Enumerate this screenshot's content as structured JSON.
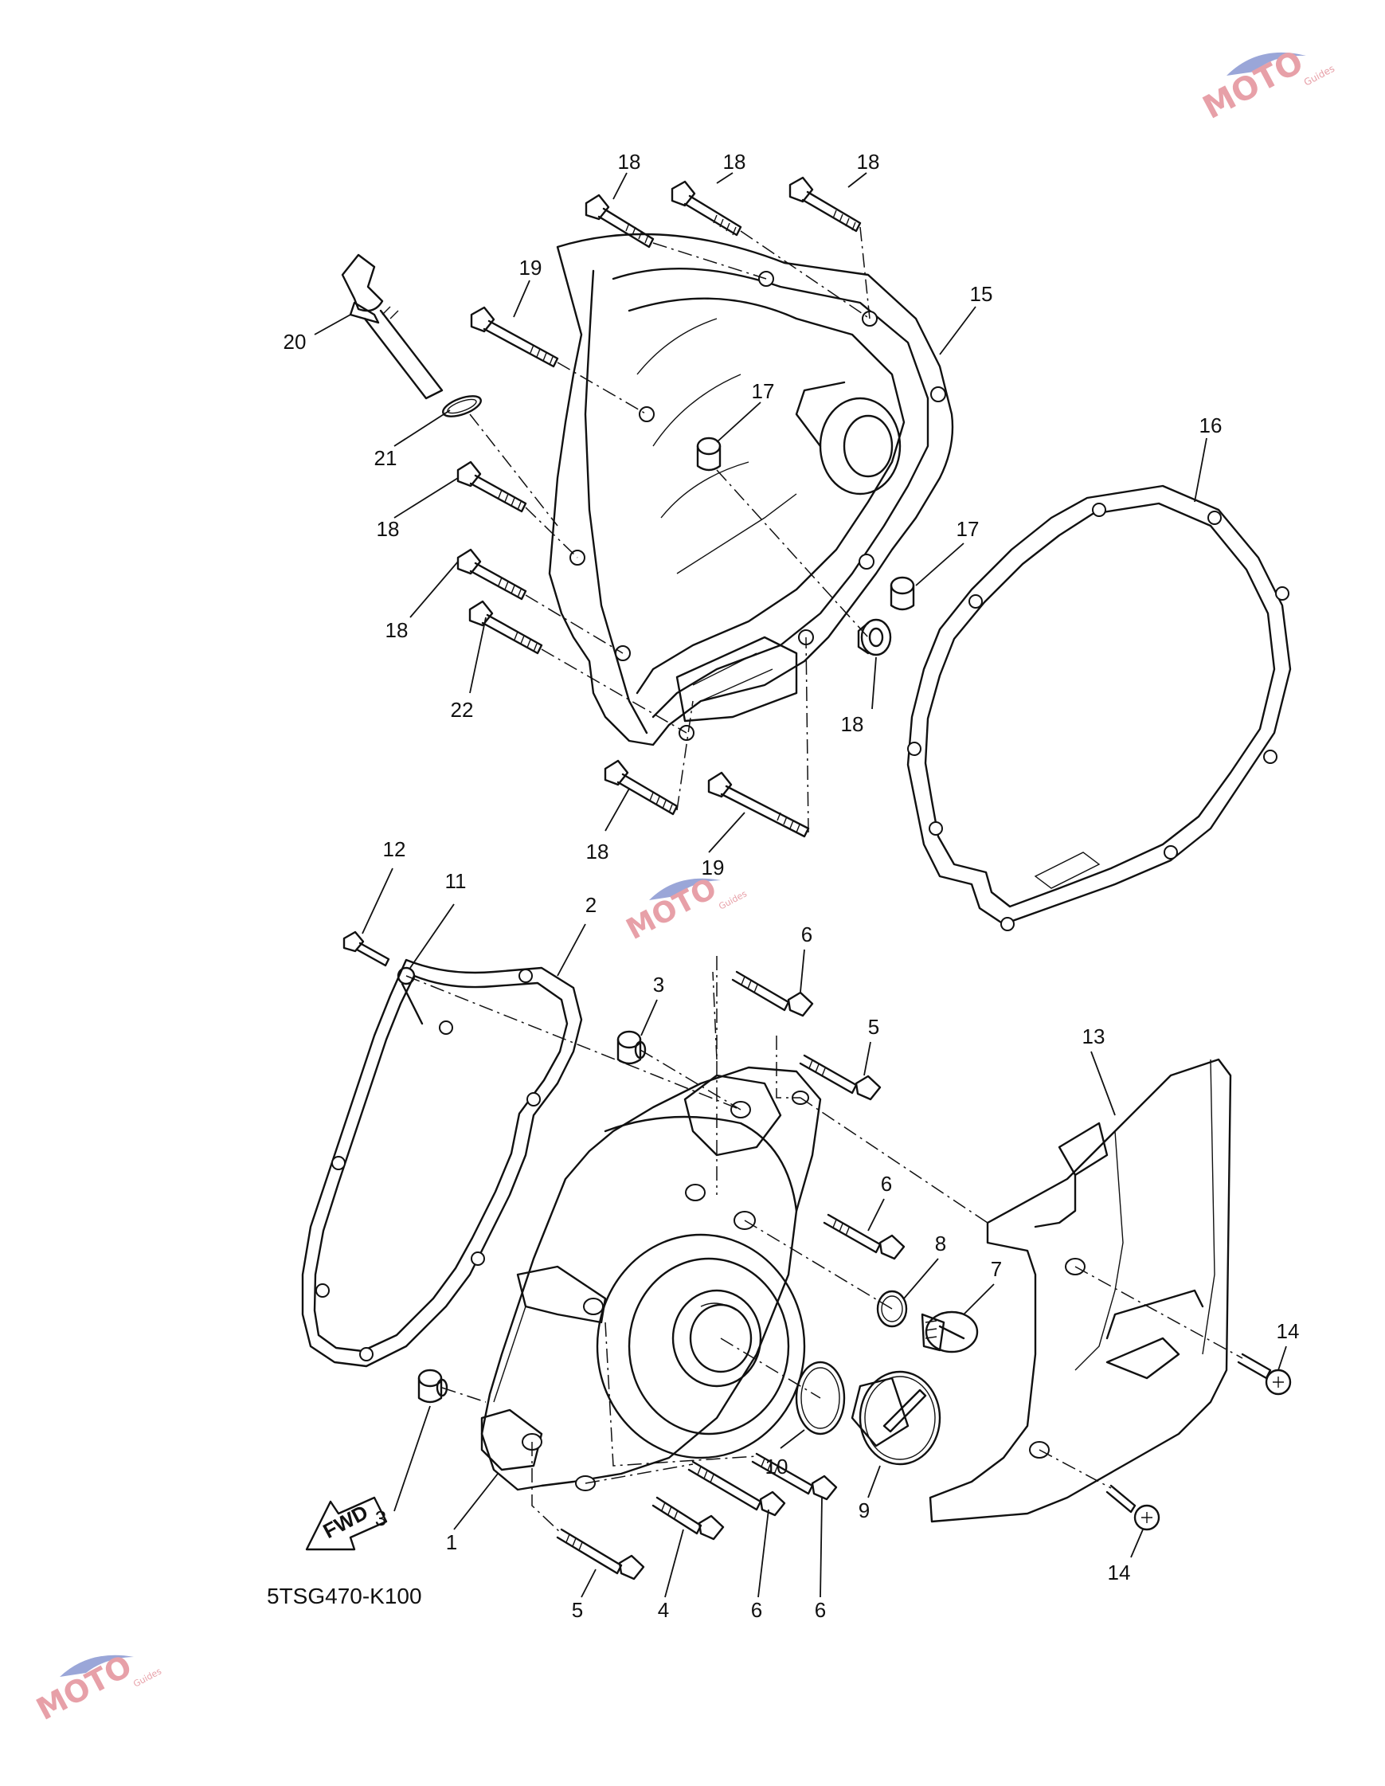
{
  "diagram_code": "5TSG470-K100",
  "fwd_label": "FWD",
  "watermark": "MOTO",
  "watermark_sub": "Guides",
  "callouts": [
    {
      "id": "c18a",
      "text": "18"
    },
    {
      "id": "c18b",
      "text": "18"
    },
    {
      "id": "c18c",
      "text": "18"
    },
    {
      "id": "c19a",
      "text": "19"
    },
    {
      "id": "c20",
      "text": "20"
    },
    {
      "id": "c15",
      "text": "15"
    },
    {
      "id": "c17a",
      "text": "17"
    },
    {
      "id": "c21",
      "text": "21"
    },
    {
      "id": "c16",
      "text": "16"
    },
    {
      "id": "c18d",
      "text": "18"
    },
    {
      "id": "c17b",
      "text": "17"
    },
    {
      "id": "c18e",
      "text": "18"
    },
    {
      "id": "c18f",
      "text": "18"
    },
    {
      "id": "c22",
      "text": "22"
    },
    {
      "id": "c18g",
      "text": "18"
    },
    {
      "id": "c19b",
      "text": "19"
    },
    {
      "id": "c12",
      "text": "12"
    },
    {
      "id": "c11",
      "text": "11"
    },
    {
      "id": "c2",
      "text": "2"
    },
    {
      "id": "c6a",
      "text": "6"
    },
    {
      "id": "c3a",
      "text": "3"
    },
    {
      "id": "c5a",
      "text": "5"
    },
    {
      "id": "c13",
      "text": "13"
    },
    {
      "id": "c6b",
      "text": "6"
    },
    {
      "id": "c8",
      "text": "8"
    },
    {
      "id": "c7",
      "text": "7"
    },
    {
      "id": "c14a",
      "text": "14"
    },
    {
      "id": "c3b",
      "text": "3"
    },
    {
      "id": "c10",
      "text": "10"
    },
    {
      "id": "c9",
      "text": "9"
    },
    {
      "id": "c1",
      "text": "1"
    },
    {
      "id": "c14b",
      "text": "14"
    },
    {
      "id": "c5b",
      "text": "5"
    },
    {
      "id": "c4",
      "text": "4"
    },
    {
      "id": "c6c",
      "text": "6"
    },
    {
      "id": "c6d",
      "text": "6"
    }
  ]
}
